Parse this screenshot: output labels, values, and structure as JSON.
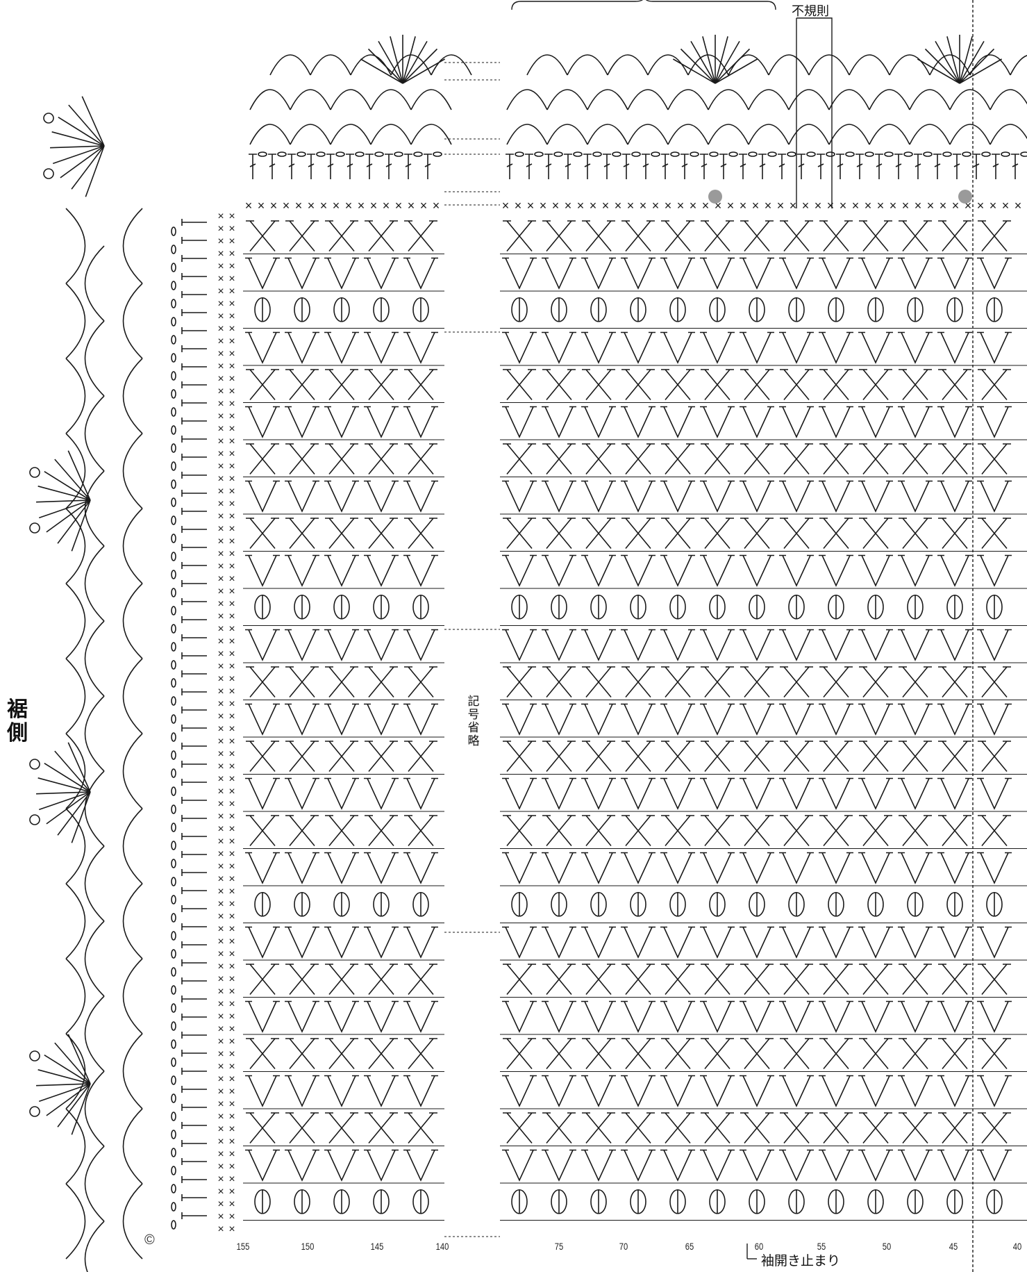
{
  "labels": {
    "side": "裾側",
    "omitted": "記号省略",
    "irregular": "不規則",
    "sleeve_stop": "袖開き止まり",
    "copyright": "©"
  },
  "stitch_numbers": [
    "155",
    "150",
    "145",
    "140",
    "75",
    "70",
    "65",
    "60",
    "55",
    "50",
    "45",
    "40"
  ],
  "colors": {
    "ink": "#1a1a1a",
    "marker": "#9a9a9a"
  }
}
